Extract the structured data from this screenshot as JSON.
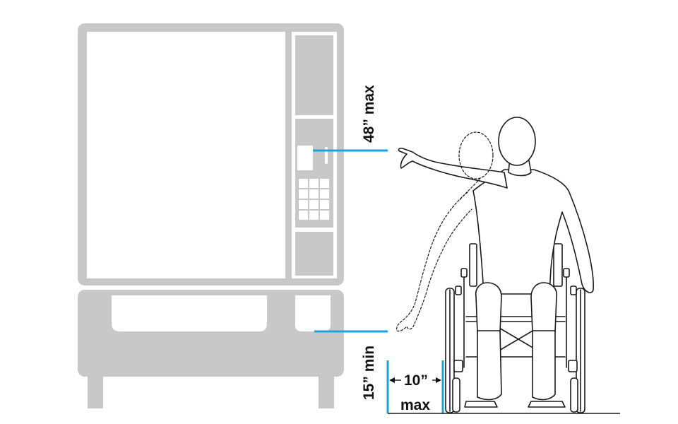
{
  "labels": {
    "reach_high": "48” max",
    "reach_low": "15” min",
    "clearance_value": "10”",
    "clearance_unit": "max"
  },
  "colors": {
    "machine_gray": "#c8c8c8",
    "dimension_blue": "#1aa3dc",
    "outline": "#1a1a1a"
  }
}
